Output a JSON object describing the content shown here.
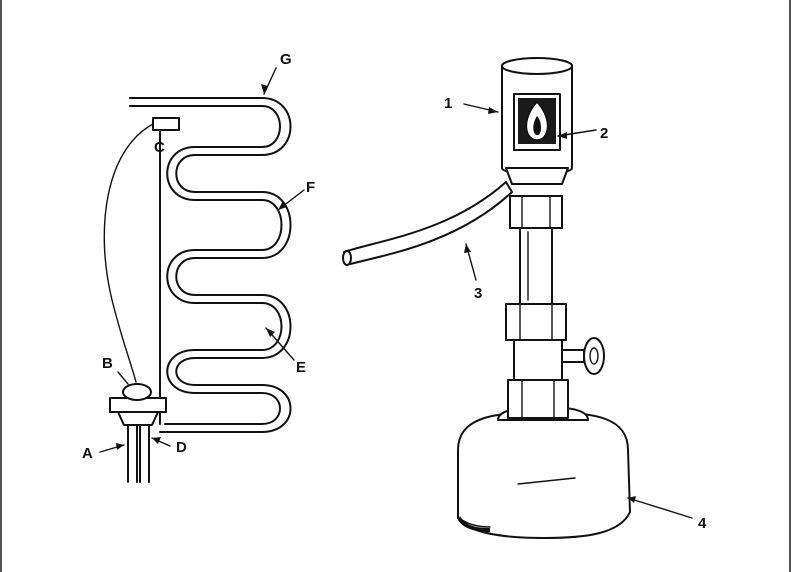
{
  "diagram": {
    "left_apparatus": {
      "labels": {
        "a": "A",
        "b": "B",
        "c": "C",
        "d": "D",
        "e": "E",
        "f": "F",
        "g": "G"
      }
    },
    "right_apparatus": {
      "labels": {
        "n1": "1",
        "n2": "2",
        "n3": "3",
        "n4": "4"
      }
    }
  },
  "colors": {
    "ink": "#111111",
    "background": "#ffffff",
    "border": "#555555"
  }
}
